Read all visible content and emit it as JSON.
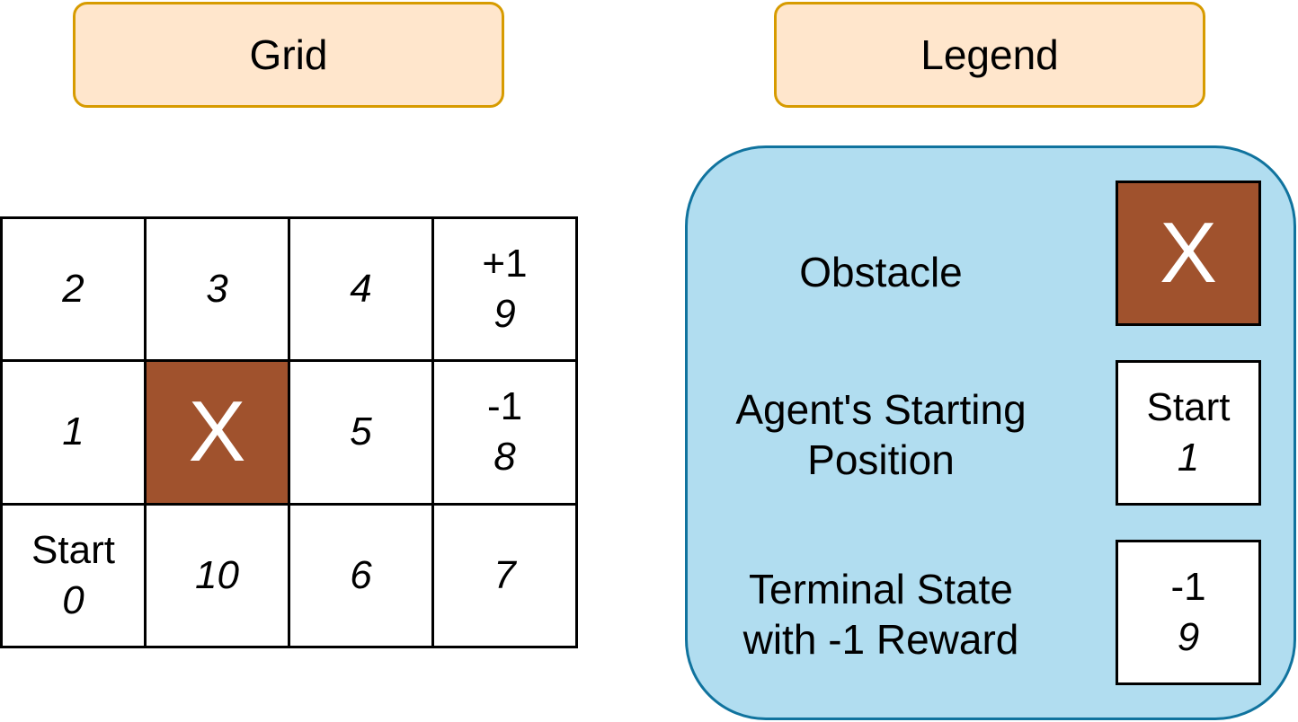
{
  "headers": {
    "grid": "Grid",
    "legend": "Legend"
  },
  "grid": {
    "rows": [
      [
        {
          "label": "",
          "id": "2"
        },
        {
          "label": "",
          "id": "3"
        },
        {
          "label": "",
          "id": "4"
        },
        {
          "label": "+1",
          "id": "9"
        }
      ],
      [
        {
          "label": "",
          "id": "1"
        },
        {
          "obstacle": true,
          "mark": "X"
        },
        {
          "label": "",
          "id": "5"
        },
        {
          "label": "-1",
          "id": "8"
        }
      ],
      [
        {
          "label": "Start",
          "id": "0"
        },
        {
          "label": "",
          "id": "10"
        },
        {
          "label": "",
          "id": "6"
        },
        {
          "label": "",
          "id": "7"
        }
      ]
    ]
  },
  "legend": {
    "obstacle": {
      "text": "Obstacle",
      "mark": "X"
    },
    "start": {
      "text_line1": "Agent's Starting",
      "text_line2": "Position",
      "label": "Start",
      "id": "1"
    },
    "terminal": {
      "text_line1": "Terminal State",
      "text_line2": "with -1 Reward",
      "label": "-1",
      "id": "9"
    }
  },
  "colors": {
    "header_fill": "#ffe6cc",
    "header_border": "#d79b00",
    "legend_fill": "#b1ddf0",
    "legend_border": "#10739e",
    "obstacle_fill": "#a0522d"
  }
}
